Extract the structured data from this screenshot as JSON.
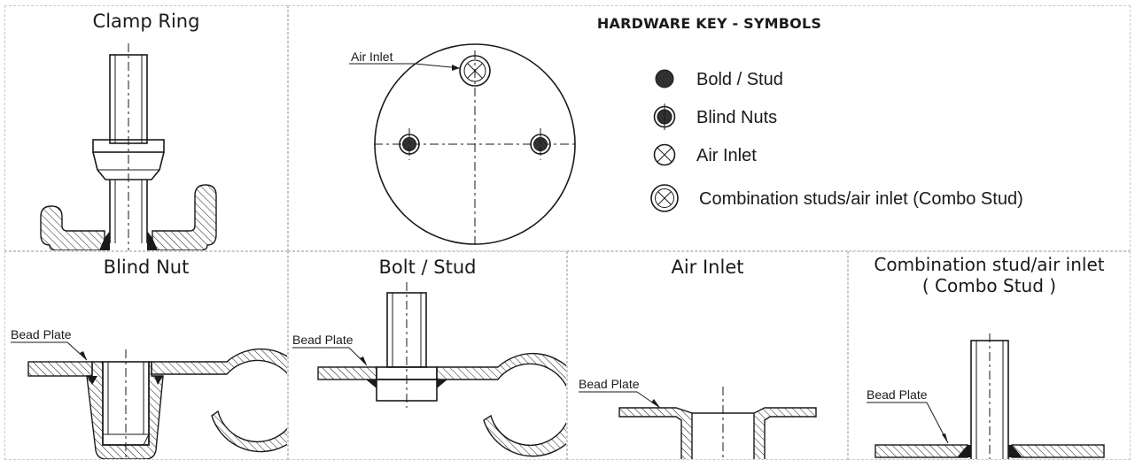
{
  "panels": {
    "clamp_ring": {
      "title": "Clamp Ring"
    },
    "key": {
      "title": "HARDWARE KEY - SYMBOLS",
      "diagram_label": "Air Inlet",
      "legend": [
        {
          "label": "Bold / Stud",
          "icon": "filled-dot-icon"
        },
        {
          "label": "Blind Nuts",
          "icon": "ringed-filled-dot-icon"
        },
        {
          "label": "Air Inlet",
          "icon": "circle-x-icon"
        },
        {
          "label": "Combination studs/air inlet (Combo Stud)",
          "icon": "double-circle-x-icon"
        }
      ]
    },
    "blind_nut": {
      "title": "Blind Nut",
      "label": "Bead Plate"
    },
    "bolt_stud": {
      "title": "Bolt / Stud",
      "label": "Bead Plate"
    },
    "air_inlet": {
      "title": "Air Inlet",
      "label": "Bead Plate"
    },
    "combo": {
      "title_line1": "Combination stud/air inlet",
      "title_line2": "( Combo Stud )",
      "label": "Bead Plate"
    }
  },
  "colors": {
    "ink": "#1a1a1a",
    "border": "#c8c8c8",
    "background": "#ffffff"
  }
}
